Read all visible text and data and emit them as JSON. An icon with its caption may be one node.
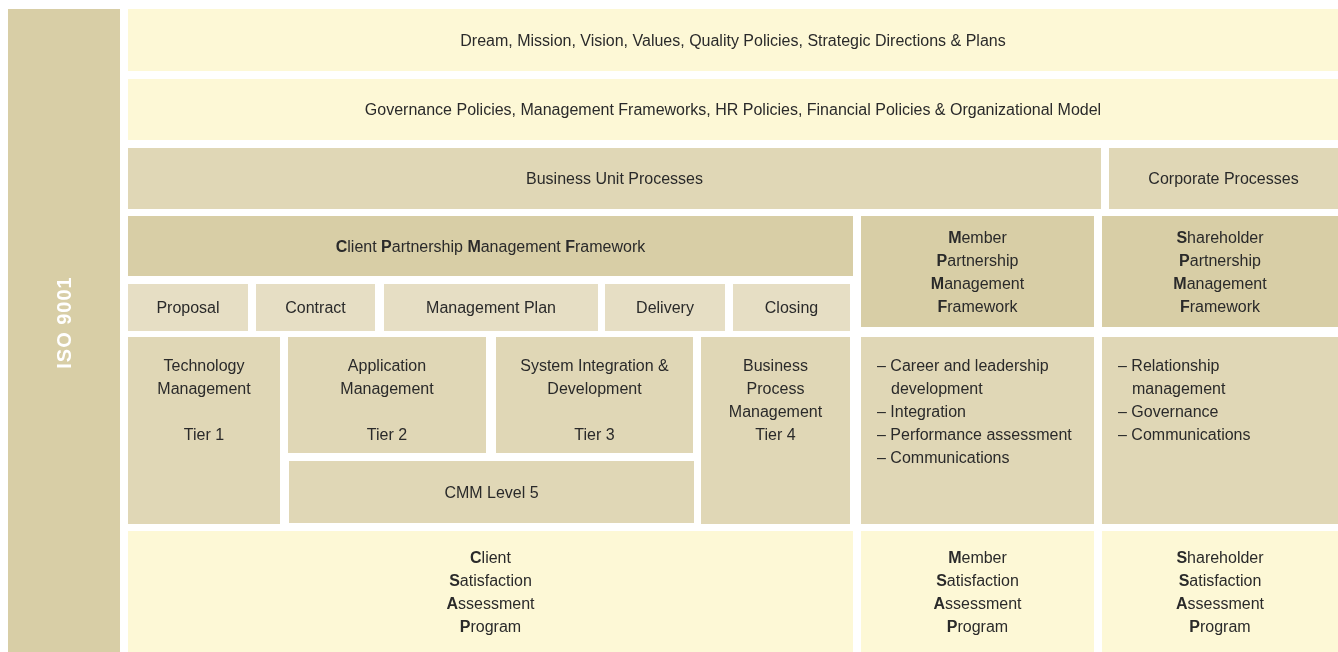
{
  "diagram": {
    "nodes": [
      {
        "text": [
          "ISO 9001"
        ]
      },
      {
        "text": [
          "Dream, Mission, Vision, Values, Quality Policies, Strategic Directions & Plans"
        ]
      },
      {
        "text": [
          "Governance Policies, Management Frameworks, HR Policies, Financial Policies & Organizational Model"
        ]
      },
      {
        "text": [
          "Business Unit Processes"
        ]
      },
      {
        "text": [
          "Corporate Processes"
        ]
      },
      {
        "text": [
          "**C**lient **P**artnership **M**anagement **F**ramework"
        ]
      },
      {
        "text": [
          "**M**ember **P**artnership **M**anagement **F**ramework"
        ]
      },
      {
        "text": [
          "**S**hareholder **P**artnership **M**anagement **F**ramework"
        ]
      },
      {
        "text": [
          "Proposal"
        ]
      },
      {
        "text": [
          "Contract"
        ]
      },
      {
        "text": [
          "Management Plan"
        ]
      },
      {
        "text": [
          "Delivery"
        ]
      },
      {
        "text": [
          "Closing"
        ]
      },
      {
        "text": [
          "Technology Management",
          "Tier 1"
        ]
      },
      {
        "text": [
          "Application Management",
          "Tier 2"
        ]
      },
      {
        "text": [
          "System Integration & Development",
          "Tier 3"
        ]
      },
      {
        "text": [
          "Business Process Management",
          "Tier 4"
        ]
      },
      {
        "text": [
          "– Career and leadership development",
          "– Integration",
          "– Performance assessment",
          "– Communications"
        ]
      },
      {
        "text": [
          "– Relationship management",
          "– Governance",
          "– Communications"
        ]
      },
      {
        "text": [
          "CMM Level 5"
        ]
      },
      {
        "text": [
          "**C**lient **S**atisfaction **A**ssessment **P**rogram"
        ]
      },
      {
        "text": [
          "**M**ember **S**atisfaction **A**ssessment **P**rogram"
        ]
      },
      {
        "text": [
          "**S**hareholder **S**atisfaction **A**ssessment **P**rogram"
        ]
      }
    ]
  }
}
